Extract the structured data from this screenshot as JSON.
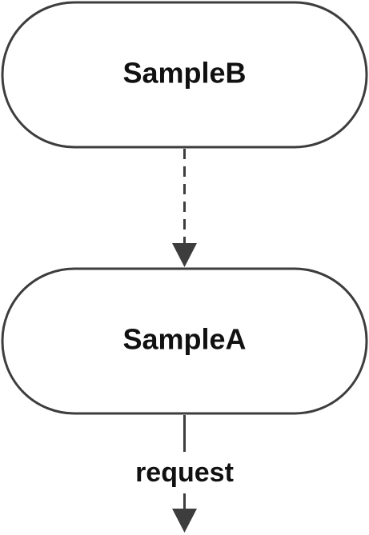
{
  "nodes": [
    {
      "id": "sampleb",
      "label": "SampleB"
    },
    {
      "id": "samplea",
      "label": "SampleA"
    }
  ],
  "edges": [
    {
      "from": "SampleB",
      "to": "SampleA",
      "style": "dashed",
      "label": ""
    },
    {
      "from": "SampleA",
      "to": "",
      "style": "solid",
      "label": "request"
    }
  ],
  "colors": {
    "stroke": "#3d3d3d",
    "fill": "#ffffff",
    "text": "#111111"
  }
}
